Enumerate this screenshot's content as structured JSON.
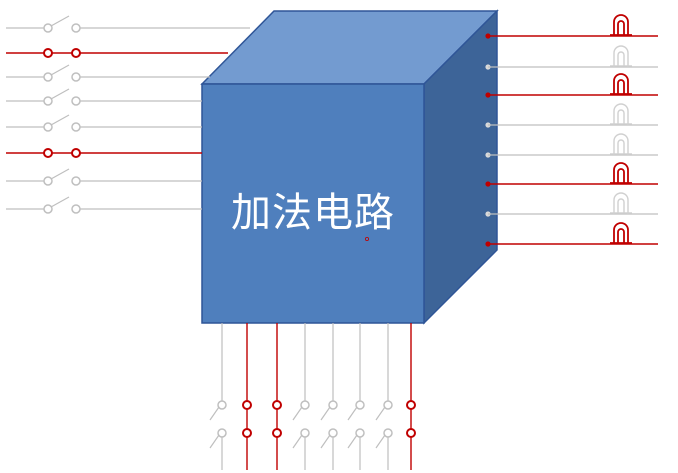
{
  "title": "加法电路",
  "colors": {
    "on": "#c00000",
    "off": "#bfbfbf",
    "cube_front": "#4f7fbd",
    "cube_top": "#739bd0",
    "cube_side": "#3d6498",
    "cube_edge": "#2f5597",
    "lamp_off": "#d0d0d0"
  },
  "left_switches": [
    {
      "id": "L1",
      "state": "off"
    },
    {
      "id": "L2",
      "state": "on"
    },
    {
      "id": "L3",
      "state": "off"
    },
    {
      "id": "L4",
      "state": "off"
    },
    {
      "id": "L5",
      "state": "off"
    },
    {
      "id": "L6",
      "state": "on"
    },
    {
      "id": "L7",
      "state": "off"
    },
    {
      "id": "L8",
      "state": "off"
    }
  ],
  "bottom_switch_pairs": [
    {
      "id": "B1",
      "state": "off"
    },
    {
      "id": "B2",
      "state": "on"
    },
    {
      "id": "B3",
      "state": "on"
    },
    {
      "id": "B4",
      "state": "off"
    },
    {
      "id": "B5",
      "state": "off"
    },
    {
      "id": "B6",
      "state": "off"
    },
    {
      "id": "B7",
      "state": "off"
    },
    {
      "id": "B8",
      "state": "on"
    }
  ],
  "output_lamps": [
    {
      "id": "O1",
      "state": "on"
    },
    {
      "id": "O2",
      "state": "off"
    },
    {
      "id": "O3",
      "state": "on"
    },
    {
      "id": "O4",
      "state": "off"
    },
    {
      "id": "O5",
      "state": "off"
    },
    {
      "id": "O6",
      "state": "on"
    },
    {
      "id": "O7",
      "state": "off"
    },
    {
      "id": "O8",
      "state": "on"
    }
  ]
}
